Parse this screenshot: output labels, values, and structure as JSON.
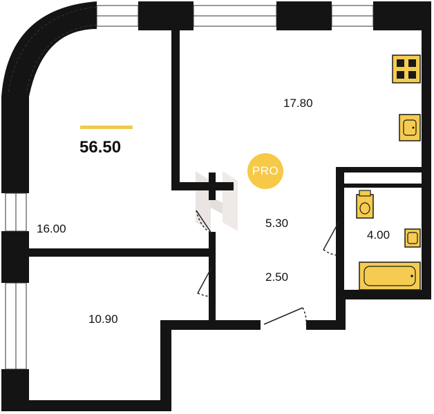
{
  "plan": {
    "total_area": "56.50",
    "badge": "PRO",
    "rooms": [
      {
        "id": "bedroom",
        "area": "16.00"
      },
      {
        "id": "kitchen-living",
        "area": "17.80"
      },
      {
        "id": "small-room",
        "area": "10.90"
      },
      {
        "id": "hall",
        "area": "5.30"
      },
      {
        "id": "corridor",
        "area": "2.50"
      },
      {
        "id": "bathroom",
        "area": "4.00"
      }
    ]
  },
  "colors": {
    "wall": "#141414",
    "fixture": "#f5cc50",
    "fixture_stroke": "#1a1a1a",
    "accent_line": "#f2c94c",
    "badge": "#f7c948",
    "watermark": "#d9d0cc"
  },
  "icons": [
    "door-swing-icon",
    "window-icon",
    "stove-icon",
    "sink-icon",
    "toilet-icon",
    "bathtub-icon"
  ]
}
